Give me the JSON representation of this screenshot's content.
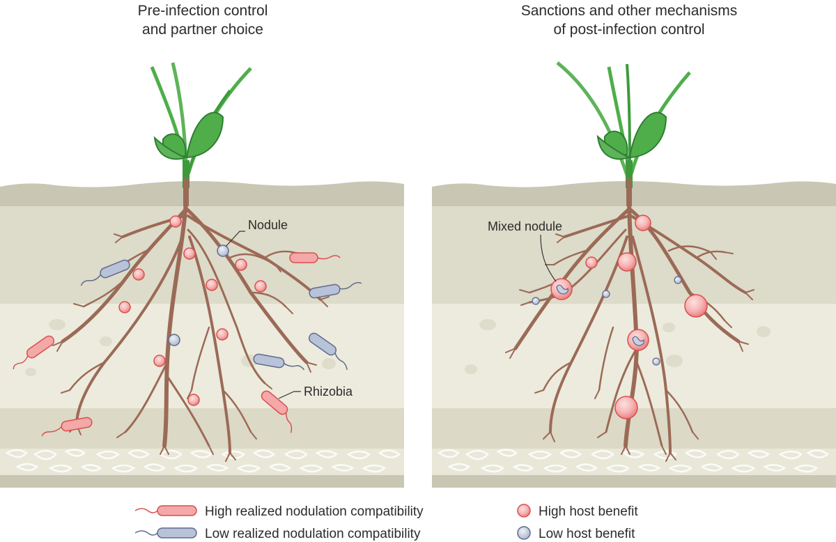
{
  "panels": [
    {
      "id": "left",
      "title_lines": [
        "Pre-infection control",
        "and partner choice"
      ],
      "callouts": {
        "nodule": "Nodule",
        "rhizobia": "Rhizobia"
      }
    },
    {
      "id": "right",
      "title_lines": [
        "Sanctions and other mechanisms",
        "of post-infection control"
      ],
      "callouts": {
        "mixed_nodule": "Mixed nodule"
      }
    }
  ],
  "legend": {
    "high_compatibility": "High realized nodulation compatibility",
    "low_compatibility": "Low realized nodulation compatibility",
    "high_benefit": "High host benefit",
    "low_benefit": "Low host benefit"
  },
  "colors": {
    "high_rhizobia_fill": "#f4a8a8",
    "high_rhizobia_stroke": "#d94f4f",
    "low_rhizobia_fill": "#b8c2d8",
    "low_rhizobia_stroke": "#5f6b8c",
    "root": "#9b6a56",
    "root_dark": "#7a4a3a",
    "leaf": "#4fae4a",
    "leaf_dark": "#2f7d33",
    "soil_top": "#c9c6b4",
    "soil_mid": "#dddbc9",
    "soil_light": "#ecebdd",
    "soil_bottom": "#d6d3c0"
  }
}
